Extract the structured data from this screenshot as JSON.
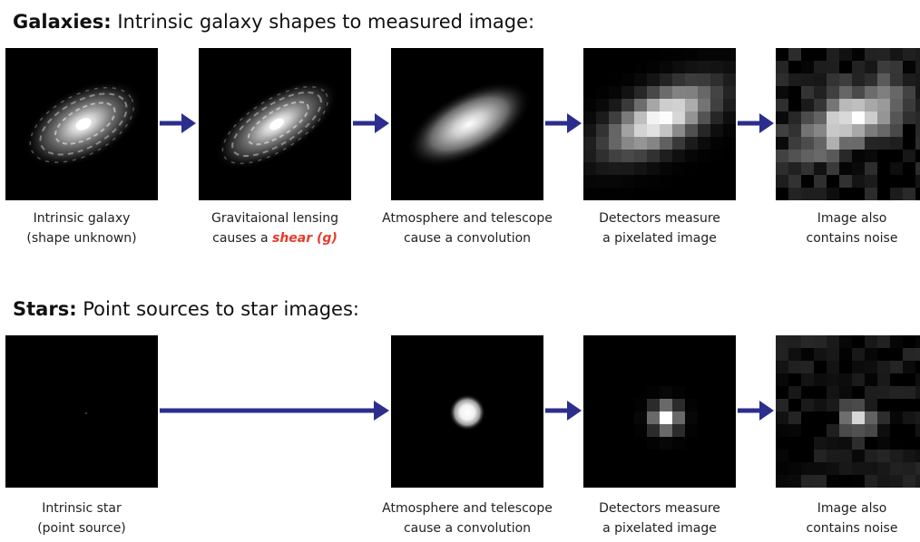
{
  "galaxies": {
    "heading_bold": "Galaxies:",
    "heading_rest": " Intrinsic galaxy shapes to measured image:",
    "captions": [
      {
        "line1": "Intrinsic galaxy",
        "line2": "(shape unknown)"
      },
      {
        "line1": "Gravitaional lensing",
        "line2_prefix": "causes a ",
        "line2_emph": "shear (g)"
      },
      {
        "line1": "Atmosphere and telescope",
        "line2": "cause a convolution"
      },
      {
        "line1": "Detectors measure",
        "line2": "a pixelated image"
      },
      {
        "line1": "Image also",
        "line2": "contains noise"
      }
    ]
  },
  "stars": {
    "heading_bold": "Stars:",
    "heading_rest": " Point sources to star images:",
    "captions": [
      {
        "line1": "Intrinsic star",
        "line2": "(point source)"
      },
      {
        "line1": "Atmosphere and telescope",
        "line2": "cause a convolution"
      },
      {
        "line1": "Detectors measure",
        "line2": "a pixelated image"
      },
      {
        "line1": "Image also",
        "line2": "contains noise"
      }
    ]
  },
  "colors": {
    "arrow": "#2b2e8c",
    "emphasis": "#e53b2b",
    "panel_background": "#000000"
  },
  "icons": [
    "right-arrow-icon"
  ]
}
